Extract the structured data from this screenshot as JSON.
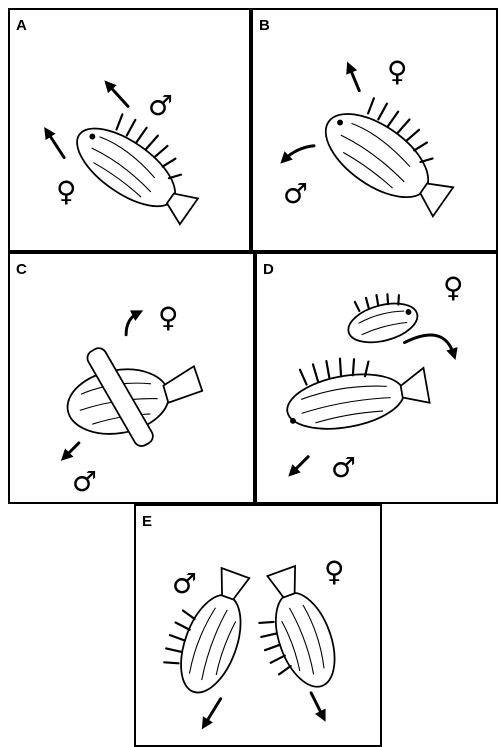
{
  "panels": [
    {
      "label": "A"
    },
    {
      "label": "B"
    },
    {
      "label": "C"
    },
    {
      "label": "D"
    },
    {
      "label": "E"
    }
  ],
  "symbols": {
    "male": "♂",
    "female": "♀"
  }
}
